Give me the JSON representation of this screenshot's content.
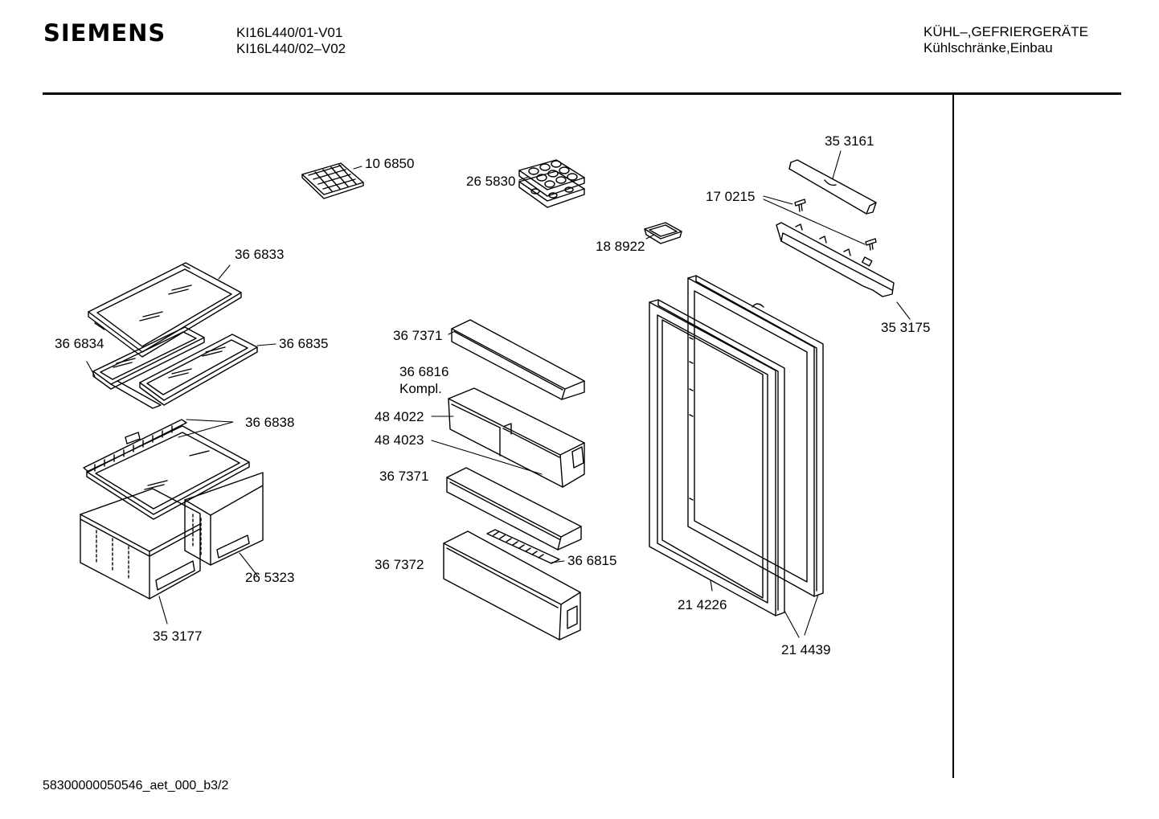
{
  "header": {
    "brand": "SIEMENS",
    "models": [
      "KI16L440/01-V01",
      "KI16L440/02–V02"
    ],
    "category": [
      "KÜHL–,GEFRIERGERÄTE",
      "Kühlschränke,Einbau"
    ]
  },
  "parts": {
    "p106850": "10 6850",
    "p265830": "26 5830",
    "p353161": "35 3161",
    "p170215": "17 0215",
    "p188922": "18 8922",
    "p366833": "36 6833",
    "p366834": "36 6834",
    "p366835": "36 6835",
    "p367371a": "36 7371",
    "p366816": "36 6816",
    "p366816b": "Kompl.",
    "p484022": "48 4022",
    "p484023": "48 4023",
    "p367371b": "36 7371",
    "p366838": "36 6838",
    "p265323": "26 5323",
    "p353177": "35 3177",
    "p367372": "36 7372",
    "p366815": "36 6815",
    "p214226": "21 4226",
    "p214439": "21 4439",
    "p353175": "35 3175"
  },
  "footer": {
    "code": "58300000050546_aet_000_b3/2"
  }
}
